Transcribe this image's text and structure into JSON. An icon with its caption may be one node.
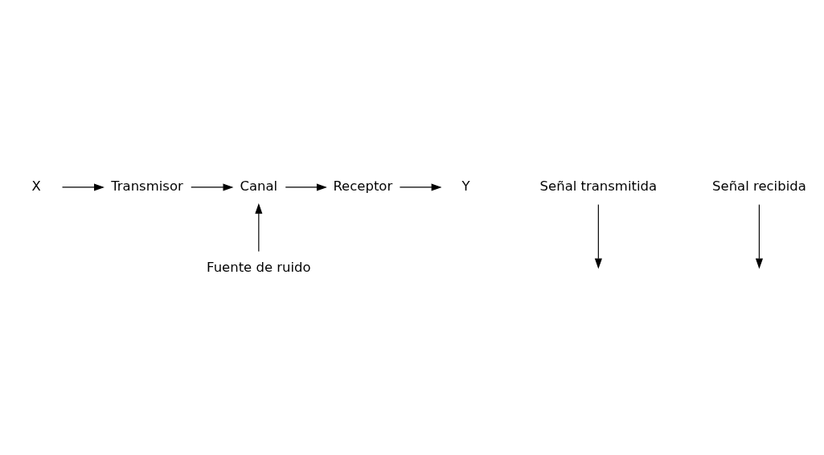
{
  "diagram": {
    "nodes": [
      {
        "text": [
          "X"
        ]
      },
      {
        "text": [
          "Transmisor"
        ]
      },
      {
        "text": [
          "Canal"
        ]
      },
      {
        "text": [
          "Receptor"
        ]
      },
      {
        "text": [
          "Y"
        ]
      },
      {
        "text": [
          "Señal transmitida"
        ]
      },
      {
        "text": [
          "Señal recibida"
        ]
      },
      {
        "text": [
          "Fuente de ruido"
        ]
      }
    ],
    "edges": [
      {
        "from": 0,
        "to": 1,
        "arrow": "to"
      },
      {
        "from": 1,
        "to": 2,
        "arrow": "to"
      },
      {
        "from": 2,
        "to": 3,
        "arrow": "to"
      },
      {
        "from": 3,
        "to": 4,
        "arrow": "to"
      },
      {
        "from": 5,
        "to": null,
        "arrow": "to"
      },
      {
        "from": 6,
        "to": null,
        "arrow": "to"
      },
      {
        "from": 7,
        "to": 2,
        "arrow": "to"
      }
    ]
  }
}
